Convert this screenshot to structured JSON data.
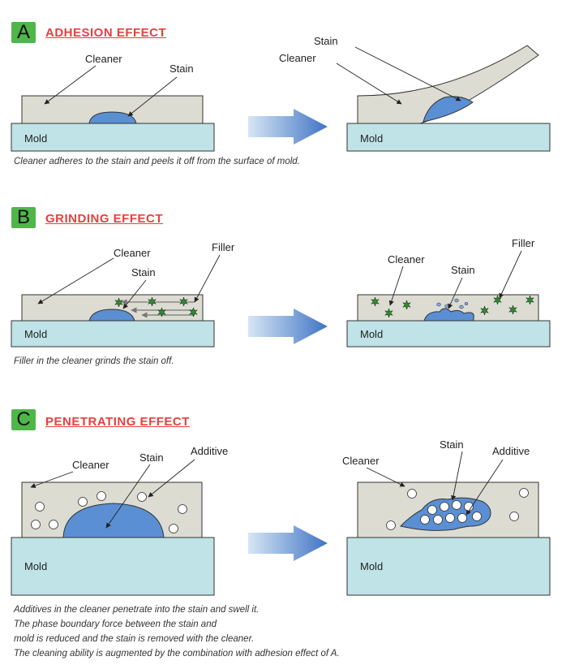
{
  "sections": [
    {
      "letter": "A",
      "heading": "ADHESION EFFECT",
      "caption_lines": [
        "Cleaner adheres to the stain and peels it off from the surface of mold."
      ]
    },
    {
      "letter": "B",
      "heading": "GRINDING EFFECT",
      "caption_lines": [
        "Filler in the cleaner grinds the stain off."
      ]
    },
    {
      "letter": "C",
      "heading": "PENETRATING EFFECT",
      "caption_lines": [
        "Additives in the cleaner penetrate into the stain and swell it.",
        "The phase boundary force between the stain and",
        "mold is reduced and the stain is removed with the cleaner.",
        "The cleaning ability is augmented by the combination with adhesion effect of A."
      ]
    }
  ],
  "labels": {
    "mold": "Mold",
    "cleaner": "Cleaner",
    "stain": "Stain",
    "filler": "Filler",
    "additive": "Additive"
  },
  "colors": {
    "heading": "#e83f3f",
    "badge": "#4fb64a",
    "mold": "#bfe3e6",
    "cleaner": "#dcdcd3",
    "stain": "#5b8fd3",
    "filler": "#2e8b2e",
    "arrow": "#4a7fc8"
  }
}
